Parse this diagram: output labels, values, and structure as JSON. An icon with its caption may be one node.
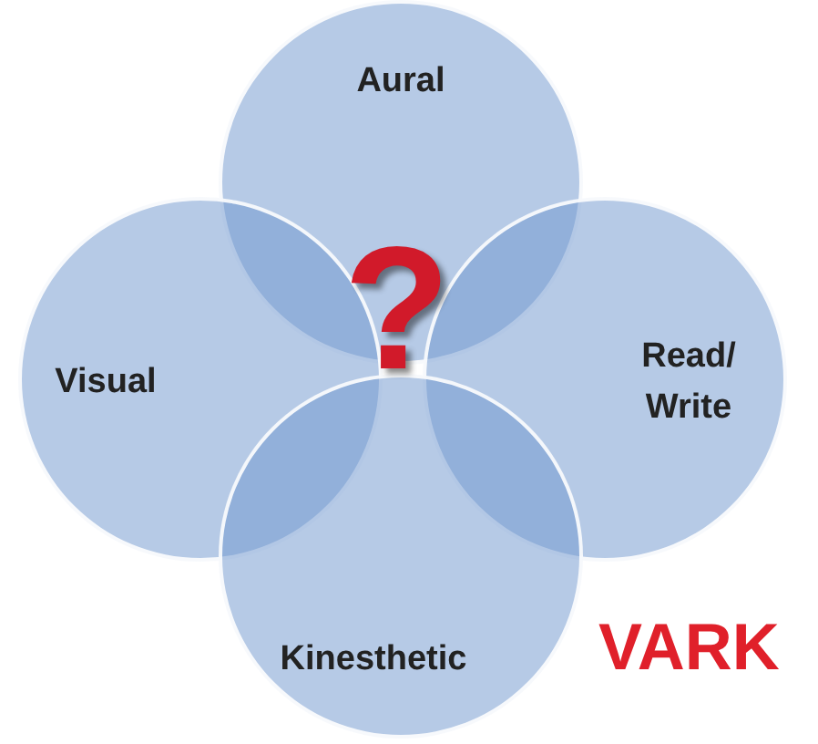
{
  "diagram": {
    "nodes": [
      {
        "text": [
          "Aural"
        ]
      },
      {
        "text": [
          "Visual"
        ]
      },
      {
        "text": [
          "Read/ Write"
        ]
      },
      {
        "text": [
          "Kinesthetic"
        ]
      }
    ],
    "labels": [
      "?",
      "VARK"
    ]
  }
}
